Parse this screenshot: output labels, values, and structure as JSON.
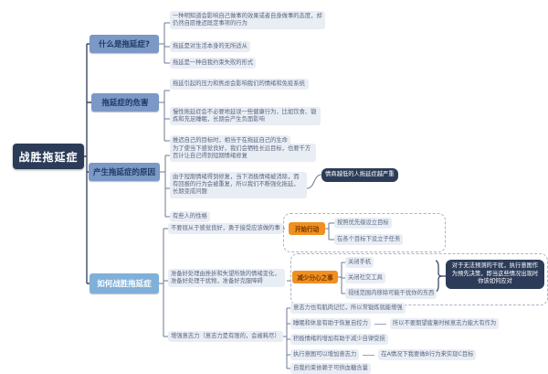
{
  "title": "战胜拖延症思维导图",
  "colors": {
    "root_bg": "#2c3c58",
    "root_text": "#ffffff",
    "branch_bg": "#7b98c6",
    "branch_text": "#1d3a66",
    "branch4_bg": "#7fb0d9",
    "branch4_text": "#ffffff",
    "leaf_bg": "#e9edf4",
    "leaf_text": "#5b6880",
    "orange_bg": "#ef9020",
    "orange_text": "#7c3500",
    "dark_bg": "#2c3c58",
    "dark_text": "#ffffff"
  },
  "root": "战胜拖延症",
  "b1": {
    "label": "什么是拖延症?",
    "c1": "一种明知道会影响自己做事的效果或者自身做事的态度，却仍然自愿推迟既定事项的行为",
    "c2": "拖延是对生活本身的无所适从",
    "c3": "拖延是一种自我约束失败的形式"
  },
  "b2": {
    "label": "拖延症的危害",
    "c1": "拖延引起的压力和焦虑会影响我们的情绪和免疫系统",
    "c2": "慢性拖延症会不必要地延误一些健康行为，比如饮食、锻炼和充足睡眠，长期会产生负面影响",
    "c3": "推迟自己的目标时，相当于在拖延自己的生命"
  },
  "b3": {
    "label": "产生拖延症的原因",
    "c1": "为了使当下感觉良好，我们会牺牲长远目标，也要千方百计让自己得到短期情绪修复",
    "c2": "由于短期情绪得到修复，当下消极情绪被消除，而有回报的行为会被重复，所以我们不断强化拖延，长期变成问题",
    "c3": "有些人的性格",
    "summary": "情商越低的人拖延症越严重"
  },
  "b4": {
    "label": "如何战胜拖延症",
    "c1": "不要屈从于感觉良好，勇于接受应该做的事",
    "g1": {
      "label": "开始行动",
      "c1": "按照优先级设立目标",
      "c2": "在各个目标下设立子任务"
    },
    "c2": "准备好处理由挫折和失望所致的情绪变化，准备好处理干扰物，准备好克服障碍",
    "g2": {
      "label": "减少分心之事",
      "c1": "关闭手机",
      "c2": "关闭社交工具",
      "c3": "视线范围内移除可能干扰你的东西",
      "summary": "对于无法预测的干扰，执行意图作为预先决策，即当这些情况出现时你该如何应对"
    },
    "c3": "增强意志力（意志力是有限的，会被耗尽）",
    "k1": "意志力也有肌肉记忆，所以常锻炼就能增强",
    "k2": "睡眠和休息有助于恢复自控力",
    "k2b": "所以不要期望疲惫时候意志力能大有作为",
    "k3": "积极情绪的增加有助于减少自律受损",
    "k4": "执行意图可以增加意志力",
    "k4b": "在A情况下我要做B行为来实现C目标",
    "k5": "自我约束依赖于可供血糖含量"
  }
}
